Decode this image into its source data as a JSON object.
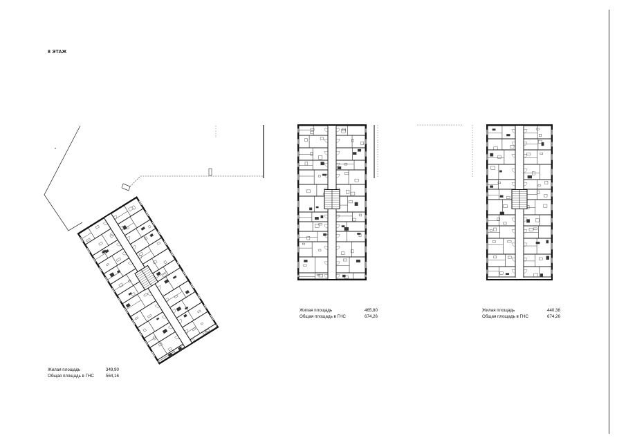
{
  "page": {
    "title": "8 ЭТАЖ"
  },
  "buildings": [
    {
      "id": "a",
      "living_area_label": "Жилая площадь",
      "living_area_value": "349,90",
      "total_area_label": "Общая площадь в ГНС",
      "total_area_value": "564,16"
    },
    {
      "id": "b",
      "living_area_label": "Жилая площадь",
      "living_area_value": "465,80",
      "total_area_label": "Общая площадь в ГНС",
      "total_area_value": "674,26"
    },
    {
      "id": "c",
      "living_area_label": "Жилая площадь",
      "living_area_value": "440,38",
      "total_area_label": "Общая площадь в ГНС",
      "total_area_value": "674,26"
    }
  ]
}
